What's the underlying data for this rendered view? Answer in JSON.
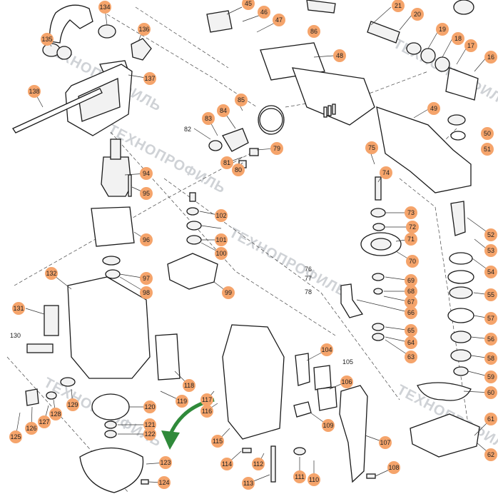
{
  "watermark": "ТЕХНОПРОФИЛЬ",
  "badge_color": "#f5a46b",
  "callouts": [
    {
      "label": "134"
    },
    {
      "label": "45"
    },
    {
      "label": "46"
    },
    {
      "label": "47"
    },
    {
      "label": "21"
    },
    {
      "label": "20"
    },
    {
      "label": "135"
    },
    {
      "label": "136"
    },
    {
      "label": "86"
    },
    {
      "label": "19"
    },
    {
      "label": "18"
    },
    {
      "label": "17"
    },
    {
      "label": "16"
    },
    {
      "label": "48"
    },
    {
      "label": "137"
    },
    {
      "label": "138"
    },
    {
      "label": "85"
    },
    {
      "label": "84"
    },
    {
      "label": "83"
    },
    {
      "label": "49"
    },
    {
      "label": "79"
    },
    {
      "label": "81"
    },
    {
      "label": "80"
    },
    {
      "label": "75"
    },
    {
      "label": "74"
    },
    {
      "label": "50"
    },
    {
      "label": "51"
    },
    {
      "label": "94"
    },
    {
      "label": "95"
    },
    {
      "label": "73"
    },
    {
      "label": "72"
    },
    {
      "label": "71"
    },
    {
      "label": "70"
    },
    {
      "label": "52"
    },
    {
      "label": "53"
    },
    {
      "label": "96"
    },
    {
      "label": "102"
    },
    {
      "label": "101"
    },
    {
      "label": "100"
    },
    {
      "label": "54"
    },
    {
      "label": "97"
    },
    {
      "label": "98"
    },
    {
      "label": "99"
    },
    {
      "label": "69"
    },
    {
      "label": "68"
    },
    {
      "label": "67"
    },
    {
      "label": "66"
    },
    {
      "label": "55"
    },
    {
      "label": "132"
    },
    {
      "label": "131"
    },
    {
      "label": "65"
    },
    {
      "label": "64"
    },
    {
      "label": "63"
    },
    {
      "label": "57"
    },
    {
      "label": "56"
    },
    {
      "label": "58"
    },
    {
      "label": "59"
    },
    {
      "label": "60"
    },
    {
      "label": "104"
    },
    {
      "label": "106"
    },
    {
      "label": "118"
    },
    {
      "label": "119"
    },
    {
      "label": "117"
    },
    {
      "label": "116"
    },
    {
      "label": "120"
    },
    {
      "label": "129"
    },
    {
      "label": "127"
    },
    {
      "label": "128"
    },
    {
      "label": "125"
    },
    {
      "label": "126"
    },
    {
      "label": "121"
    },
    {
      "label": "122"
    },
    {
      "label": "109"
    },
    {
      "label": "61"
    },
    {
      "label": "115"
    },
    {
      "label": "107"
    },
    {
      "label": "62"
    },
    {
      "label": "123"
    },
    {
      "label": "114"
    },
    {
      "label": "112"
    },
    {
      "label": "111"
    },
    {
      "label": "110"
    },
    {
      "label": "108"
    },
    {
      "label": "113"
    },
    {
      "label": "124"
    }
  ],
  "plain_labels": [
    {
      "label": "82"
    },
    {
      "label": "76"
    },
    {
      "label": "77"
    },
    {
      "label": "78"
    },
    {
      "label": "130"
    },
    {
      "label": "105"
    }
  ]
}
